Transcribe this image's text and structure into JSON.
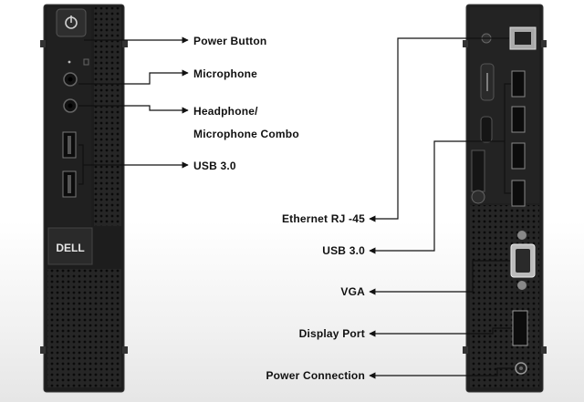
{
  "front_labels": {
    "power_button": "Power Button",
    "microphone": "Microphone",
    "headphone_line1": "Headphone/",
    "headphone_line2": "Microphone Combo",
    "usb": "USB  3.0"
  },
  "rear_labels": {
    "ethernet": "Ethernet  RJ -45",
    "usb": "USB 3.0",
    "vga": "VGA",
    "display_port": "Display Port",
    "power_connection": "Power Connection"
  },
  "logo_text": "DELL",
  "colors": {
    "chassis": "#1d1d1d",
    "chassis_edge": "#3a3a3a",
    "line": "#111111"
  }
}
